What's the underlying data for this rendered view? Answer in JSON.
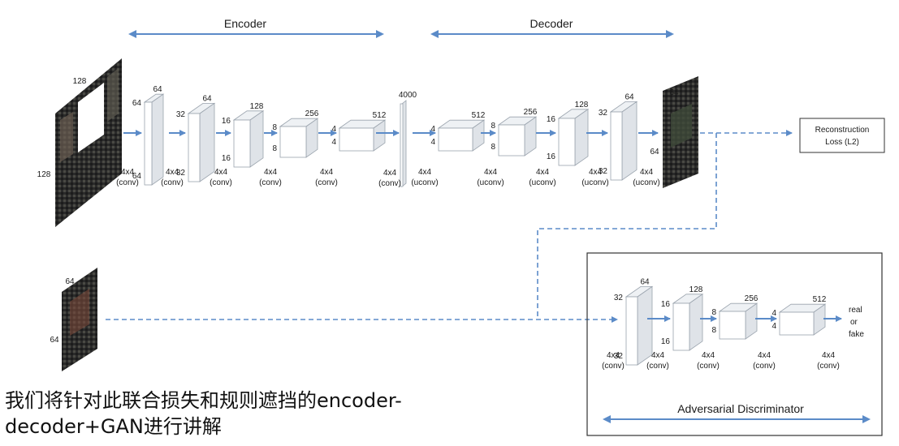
{
  "headers": {
    "encoder": "Encoder",
    "decoder": "Decoder",
    "discriminator": "Adversarial Discriminator"
  },
  "loss_box": {
    "line1": "Reconstruction",
    "line2": "Loss (L2)"
  },
  "input_image": {
    "top": "128",
    "side": "128"
  },
  "output_image": {
    "top": "64",
    "side": "64"
  },
  "real_image": {
    "top": "64",
    "side": "64"
  },
  "encoder_blocks": [
    {
      "a": "64",
      "b": "64",
      "c": "64",
      "op": "4x4",
      "kind": "(conv)"
    },
    {
      "a": "32",
      "b": "64",
      "c": "32",
      "op": "4x4",
      "kind": "(conv)"
    },
    {
      "a": "16",
      "b": "128",
      "c": "16",
      "op": "4x4",
      "kind": "(conv)"
    },
    {
      "a": "8",
      "b": "256",
      "c": "8",
      "op": "4x4",
      "kind": "(conv)"
    },
    {
      "a": "4",
      "b": "512",
      "c": "4",
      "op": "4x4",
      "kind": "(conv)"
    }
  ],
  "bottleneck": {
    "value": "4000",
    "op": "4x4",
    "kind": "(conv)"
  },
  "decoder_blocks": [
    {
      "a": "4",
      "b": "512",
      "c": "4",
      "op": "4x4",
      "kind": "(uconv)"
    },
    {
      "a": "8",
      "b": "256",
      "c": "8",
      "op": "4x4",
      "kind": "(uconv)"
    },
    {
      "a": "16",
      "b": "128",
      "c": "16",
      "op": "4x4",
      "kind": "(uconv)"
    },
    {
      "a": "32",
      "b": "64",
      "c": "32",
      "op": "4x4",
      "kind": "(uconv)"
    },
    {
      "op": "4x4",
      "kind": "(uconv)"
    }
  ],
  "disc_blocks": [
    {
      "a": "32",
      "b": "64",
      "c": "32",
      "op": "4x4",
      "kind": "(conv)"
    },
    {
      "a": "16",
      "b": "128",
      "c": "16",
      "op": "4x4",
      "kind": "(conv)"
    },
    {
      "a": "8",
      "b": "256",
      "c": "8",
      "op": "4x4",
      "kind": "(conv)"
    },
    {
      "a": "4",
      "b": "512",
      "c": "4",
      "op": "4x4",
      "kind": "(conv)"
    },
    {
      "op": "4x4",
      "kind": "(conv)"
    }
  ],
  "disc_output": {
    "line1": "real",
    "line2": "or",
    "line3": "fake"
  },
  "caption": "我们将针对此联合损失和规则遮挡的encoder-\ndecoder+GAN进行讲解",
  "colors": {
    "arrow": "#5b8bc8",
    "box_edge": "#9aa3ad",
    "frame": "#333333"
  }
}
